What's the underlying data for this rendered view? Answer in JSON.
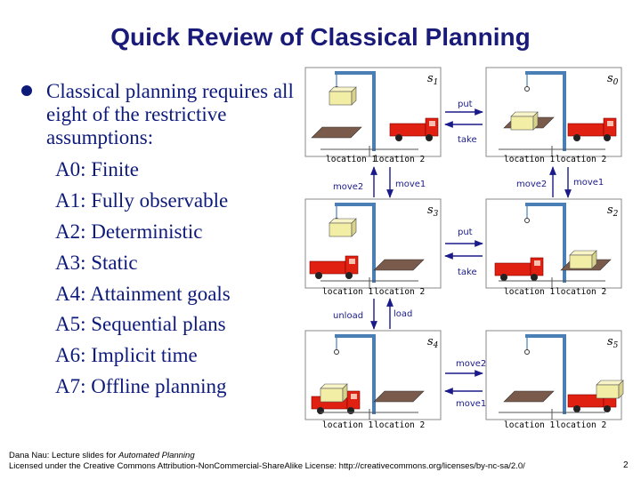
{
  "title": "Quick Review of Classical Planning",
  "bullet": "Classical planning requires all eight of the restrictive assumptions:",
  "assumptions": [
    "A0: Finite",
    "A1: Fully observable",
    "A2: Deterministic",
    "A3: Static",
    "A4: Attainment goals",
    "A5: Sequential plans",
    "A6: Implicit time",
    "A7: Offline planning"
  ],
  "states": {
    "s0": "s",
    "s0_sub": "0",
    "s1": "s",
    "s1_sub": "1",
    "s2": "s",
    "s2_sub": "2",
    "s3": "s",
    "s3_sub": "3",
    "s4": "s",
    "s4_sub": "4",
    "s5": "s",
    "s5_sub": "5"
  },
  "location1": "location 1",
  "location2": "location 2",
  "actions": {
    "put_top": "put",
    "take_top": "take",
    "put_mid": "put",
    "take_mid": "take",
    "move2_left": "move2",
    "move1_left": "move1",
    "move2_right": "move2",
    "move1_right": "move1",
    "unload": "unload",
    "load": "load",
    "move2_bottom": "move2",
    "move1_bottom": "move1"
  },
  "footer": {
    "line1_prefix": "Dana Nau: Lecture slides for ",
    "line1_book": "Automated Planning",
    "line2": "Licensed under the Creative Commons Attribution-NonCommercial-ShareAlike License: http://creativecommons.org/licenses/by-nc-sa/2.0/"
  },
  "page_number": "2",
  "colors": {
    "title": "#1a1a78",
    "text": "#0d1a7a",
    "crane": "#4a7fb5",
    "truck": "#e02010",
    "container": "#f3eea6",
    "arrow": "#1a1a8a"
  }
}
